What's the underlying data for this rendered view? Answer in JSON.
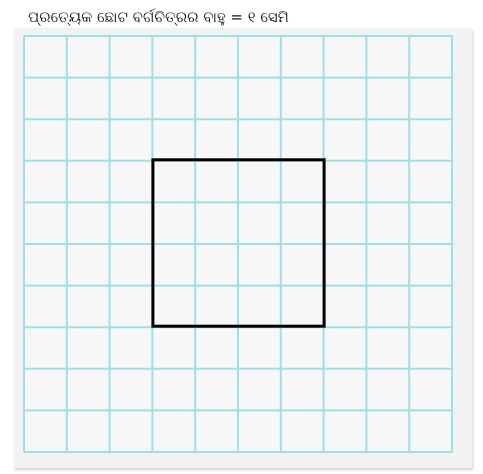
{
  "caption": "ପ୍ରତ୍ୟେକ ଛୋଟ ବର୍ଗଚିତ୍ରର ବାହୁ = ୧ ସେମି",
  "grid": {
    "columns": 10,
    "rows": 10,
    "line_color": "#9fe0e3",
    "background_color": "#f7f7f7"
  },
  "square": {
    "col_start": 3,
    "row_start": 3,
    "side_units": 4,
    "stroke_color": "#000000"
  }
}
